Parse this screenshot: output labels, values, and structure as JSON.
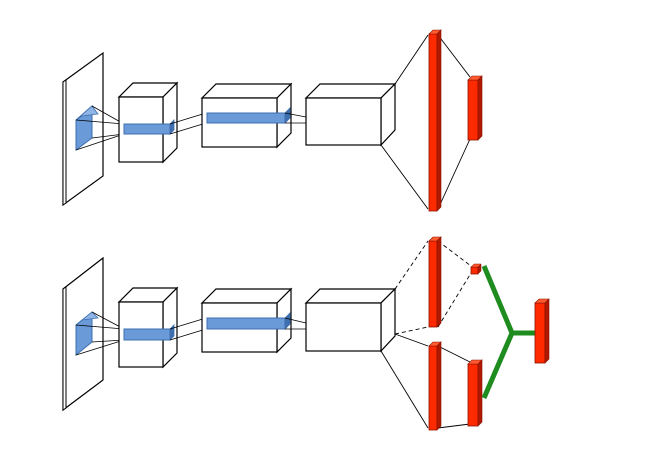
{
  "colors": {
    "outline": "#000000",
    "face": "#ffffff",
    "blue": "#6a9ad8",
    "blue_dark": "#3f6fae",
    "red": "#ff2a00",
    "red_dark": "#b01800",
    "green": "#1e8c1e"
  },
  "diagrams": [
    {
      "name": "top-cnn-pipeline",
      "fc_layers": 2,
      "merge_branch": false
    },
    {
      "name": "bottom-cnn-pipeline",
      "fc_layers": 4,
      "merge_branch": true
    }
  ]
}
